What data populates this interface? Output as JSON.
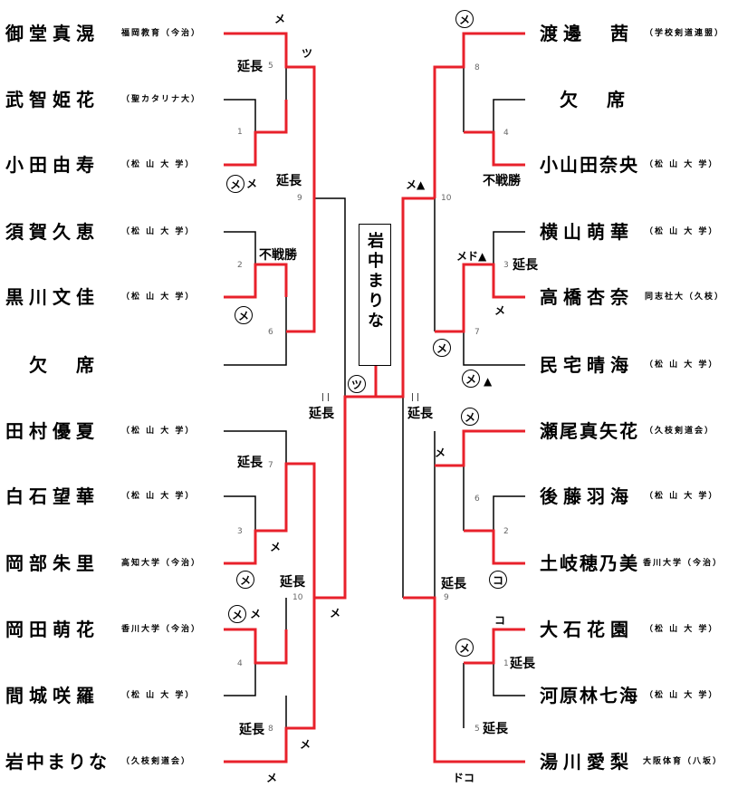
{
  "left_entries": [
    {
      "name": "御堂真滉",
      "aff": "福岡教育（今治）"
    },
    {
      "name": "武智姫花",
      "aff": "（聖カタリナ大）"
    },
    {
      "name": "小田由寿",
      "aff": "（松 山 大 学）"
    },
    {
      "name": "須賀久恵",
      "aff": "（松 山 大 学）"
    },
    {
      "name": "黒川文佳",
      "aff": "（松 山 大 学）"
    },
    {
      "name": "欠　席",
      "aff": ""
    },
    {
      "name": "田村優夏",
      "aff": "（松 山 大 学）"
    },
    {
      "name": "白石望華",
      "aff": "（松 山 大 学）"
    },
    {
      "name": "岡部朱里",
      "aff": "高知大学（今治）"
    },
    {
      "name": "岡田萌花",
      "aff": "香川大学（今治）"
    },
    {
      "name": "間城咲羅",
      "aff": "（松 山 大 学）"
    },
    {
      "name": "岩中まりな",
      "aff": "（久枝剣道会）"
    }
  ],
  "right_entries": [
    {
      "name": "渡邊　茜",
      "aff": "（学校剣道連盟）"
    },
    {
      "name": "欠　席",
      "aff": ""
    },
    {
      "name": "小山田奈央",
      "aff": "（松 山 大 学）"
    },
    {
      "name": "横山萌華",
      "aff": "（松 山 大 学）"
    },
    {
      "name": "高橋杏奈",
      "aff": "同志社大（久枝）"
    },
    {
      "name": "民宅晴海",
      "aff": "（松 山 大 学）"
    },
    {
      "name": "瀬尾真矢花",
      "aff": "（久枝剣道会）"
    },
    {
      "name": "後藤羽海",
      "aff": "（松 山 大 学）"
    },
    {
      "name": "土岐穂乃美",
      "aff": "香川大学（今治）"
    },
    {
      "name": "大石花園",
      "aff": "（松 山 大 学）"
    },
    {
      "name": "河原林七海",
      "aff": "（松 山 大 学）"
    },
    {
      "name": "湯川愛梨",
      "aff": "大阪体育（八坂）"
    }
  ],
  "champion": "岩中まりな",
  "match_numbers": [
    "5",
    "1",
    "9",
    "2",
    "6",
    "7",
    "3",
    "10",
    "4",
    "8",
    "8",
    "4",
    "10",
    "3",
    "7",
    "6",
    "2",
    "9",
    "1",
    "5"
  ],
  "notes": {
    "encho": "延長",
    "fusensho": "不戦勝"
  },
  "techniques": {
    "me": "メ",
    "tsu": "ツ",
    "ko": "コ",
    "me_tri": "メ▲",
    "medo_tri": "メド▲",
    "doko": "ドコ",
    "tri": "▲",
    "tick": "| |"
  },
  "colors": {
    "winner": "#e8212b",
    "line": "#000000"
  }
}
